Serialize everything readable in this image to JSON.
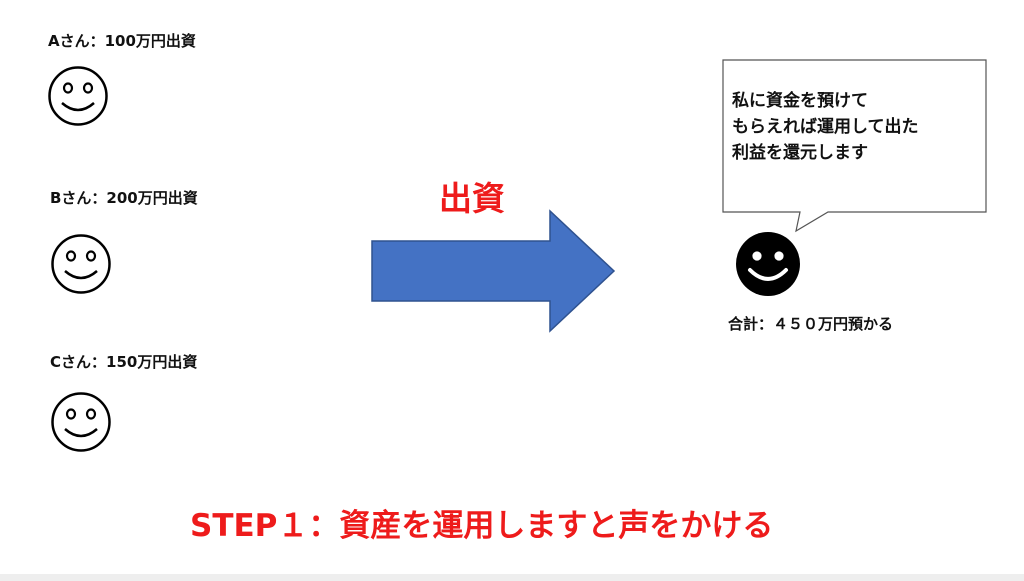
{
  "investors": [
    {
      "label": "Aさん：100万円出資",
      "face": "smiley-outline"
    },
    {
      "label": "Bさん：200万円出資",
      "face": "smiley-outline"
    },
    {
      "label": "Cさん：150万円出資",
      "face": "smiley-outline"
    }
  ],
  "arrow": {
    "label": "出資",
    "color": "#4472c4"
  },
  "manager": {
    "speech_lines": [
      "私に資金を預けて",
      "もらえれば運用して出た",
      "利益を還元します"
    ],
    "total_label": "合計：４５０万円預かる",
    "face": "smiley-filled"
  },
  "step_caption": "STEP１：資産を運用しますと声をかける",
  "colors": {
    "accent_red": "#ee1b1b",
    "arrow_blue": "#4472c4"
  }
}
